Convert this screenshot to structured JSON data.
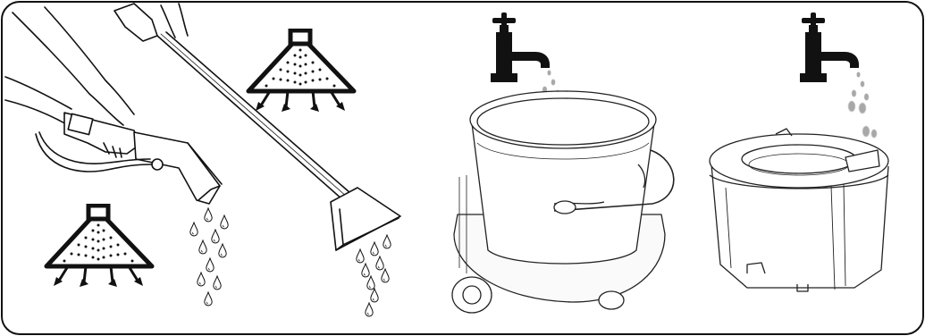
{
  "panels": [
    {
      "id": "hand-nozzle",
      "icon": "spray-fan-icon"
    },
    {
      "id": "floor-nozzle",
      "icon": "spray-fan-icon"
    },
    {
      "id": "tap-to-drum",
      "icon": "faucet-icon"
    },
    {
      "id": "tap-to-tank",
      "icon": "faucet-icon"
    }
  ],
  "colors": {
    "ink": "#111111",
    "paper": "#ffffff",
    "water": "#9a9a9a",
    "metal": "#f2f2f2"
  }
}
